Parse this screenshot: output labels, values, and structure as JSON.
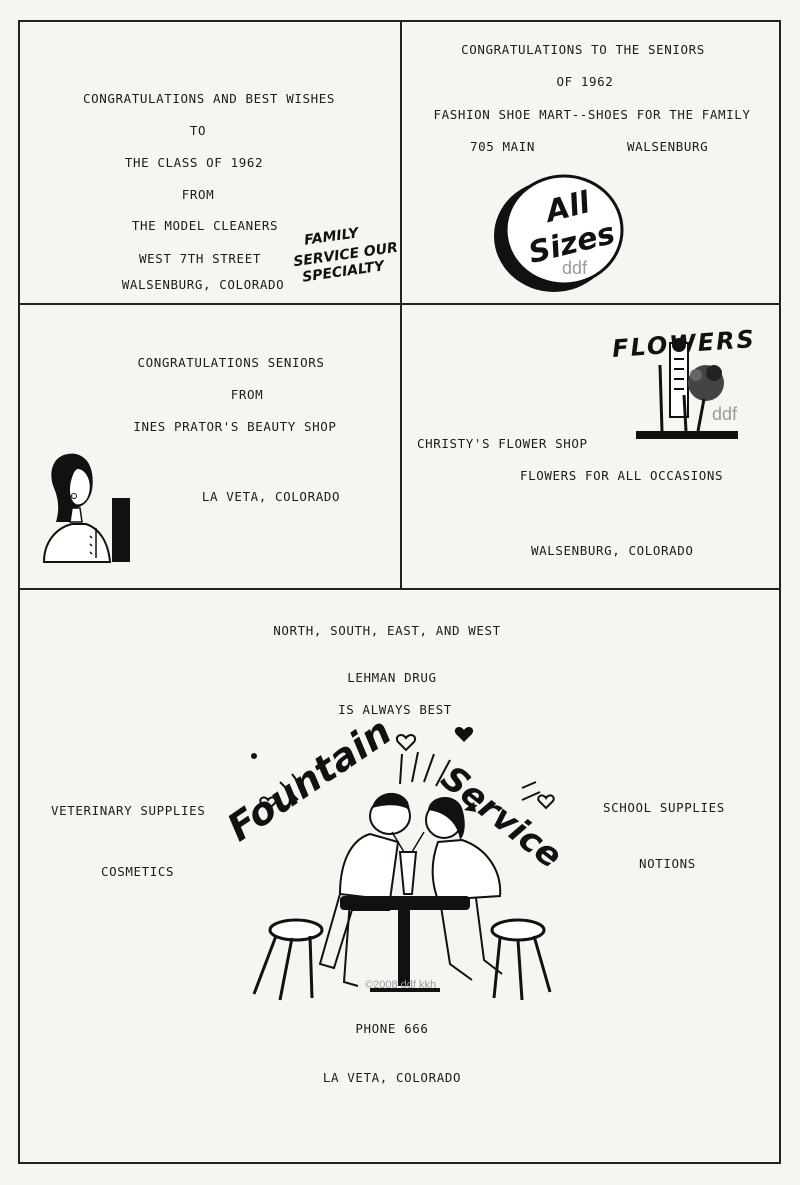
{
  "ad_model_cleaners": {
    "line1": "CONGRATULATIONS AND BEST WISHES",
    "line2": "TO",
    "line3": "THE CLASS OF 1962",
    "line4": "FROM",
    "line5": "THE MODEL CLEANERS",
    "line6": "WEST 7TH STREET",
    "line7": "WALSENBURG, COLORADO",
    "slogan1": "FAMILY",
    "slogan2": "SERVICE OUR",
    "slogan3": "SPECIALTY"
  },
  "ad_fashion_shoe": {
    "line1": "CONGRATULATIONS TO THE SENIORS",
    "line2": "OF 1962",
    "line3": "FASHION SHOE MART--SHOES FOR THE FAMILY",
    "address": "705 MAIN",
    "city": "WALSENBURG",
    "logo_line1": "All",
    "logo_line2": "Sizes"
  },
  "ad_beauty_shop": {
    "line1": "CONGRATULATIONS  SENIORS",
    "line2": "FROM",
    "line3": "INES PRATOR'S BEAUTY SHOP",
    "city": "LA VETA, COLORADO"
  },
  "ad_flower_shop": {
    "logo": "FLOWERS",
    "name": "CHRISTY'S FLOWER SHOP",
    "tagline": "FLOWERS FOR ALL OCCASIONS",
    "city": "WALSENBURG, COLORADO"
  },
  "ad_lehman_drug": {
    "line1": "NORTH, SOUTH, EAST, AND WEST",
    "line2": "LEHMAN DRUG",
    "line3": "IS ALWAYS BEST",
    "left1": "VETERINARY SUPPLIES",
    "left2": "COSMETICS",
    "right1": "SCHOOL SUPPLIES",
    "right2": "NOTIONS",
    "script_left": "Fountain",
    "script_right": "Service",
    "phone": "PHONE 666",
    "city": "LA VETA, COLORADO"
  },
  "watermarks": {
    "w1": "ddf",
    "w2": "ddf",
    "w3": "©2008 ddf kkh"
  }
}
